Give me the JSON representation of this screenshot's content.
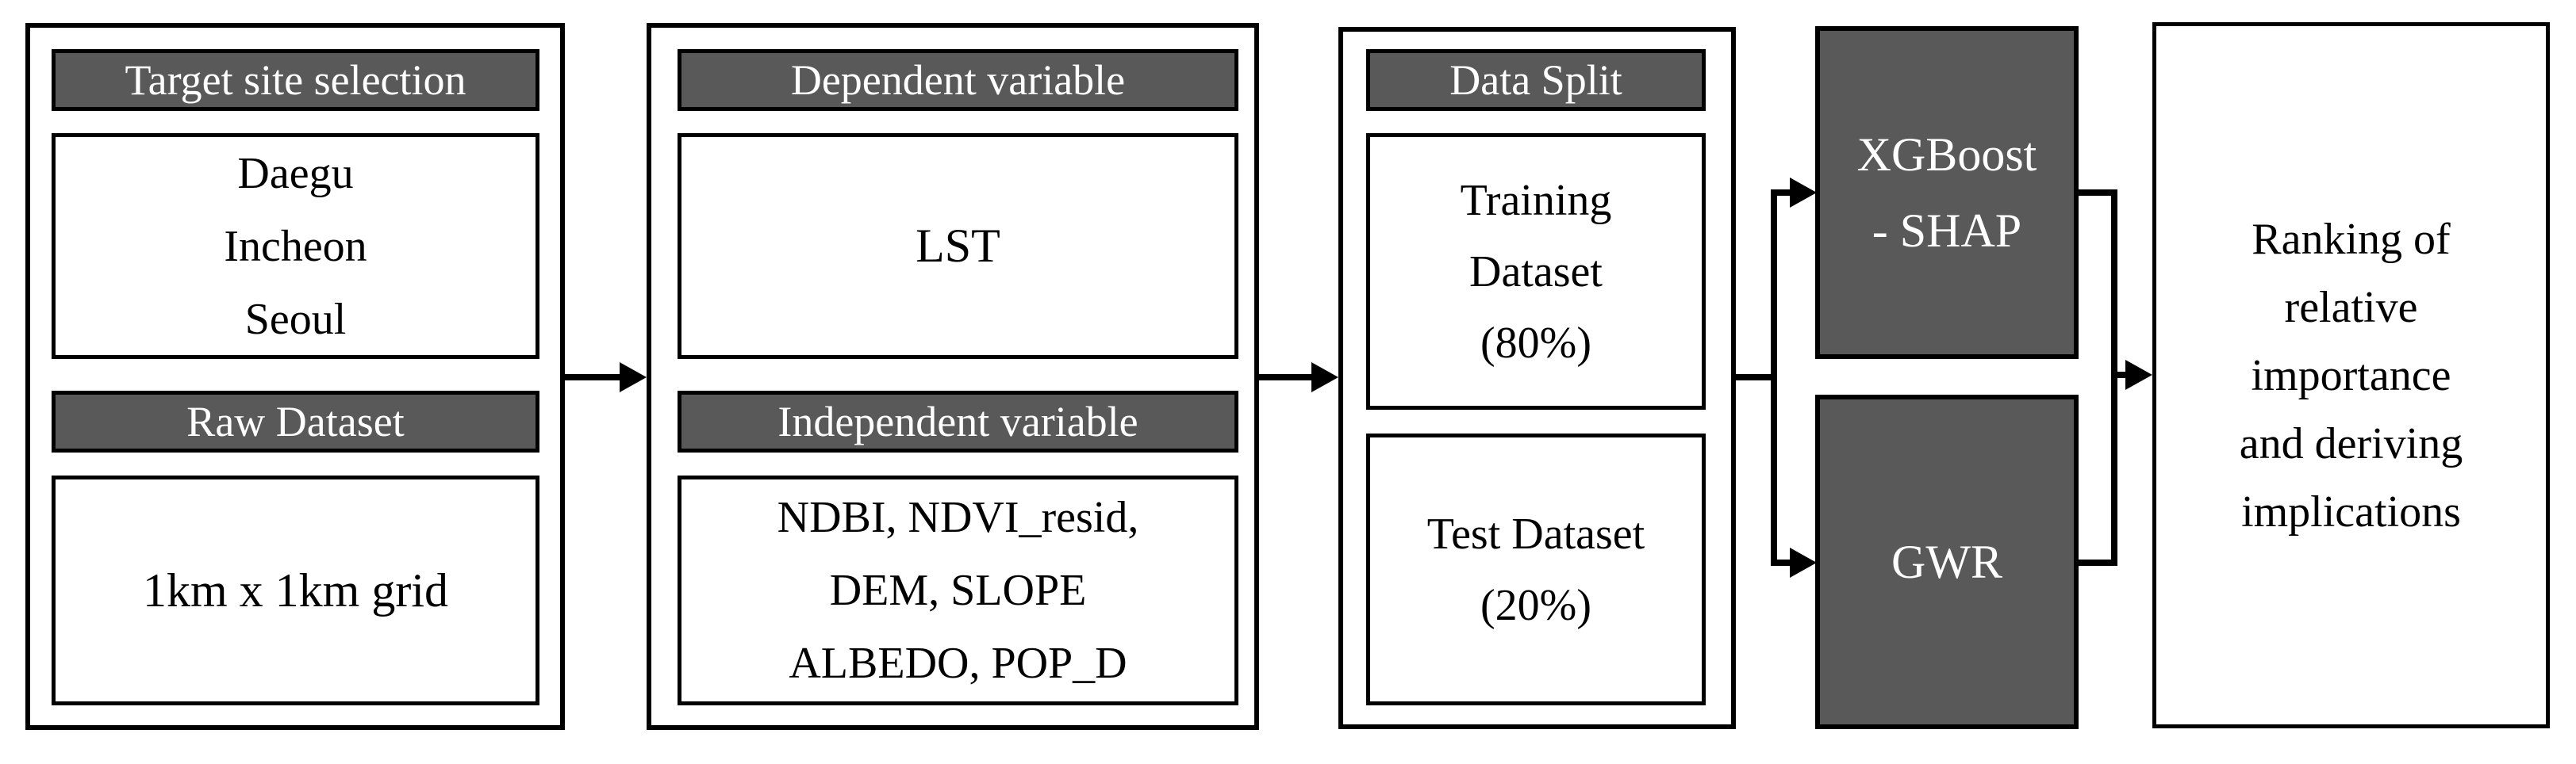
{
  "flow": {
    "step1": {
      "header_target": "Target site selection",
      "sites": [
        "Daegu",
        "Incheon",
        "Seoul"
      ],
      "header_raw": "Raw Dataset",
      "grid_label": "1km x 1km grid"
    },
    "step2": {
      "header_dependent": "Dependent variable",
      "dependent_value": "LST",
      "header_independent": "Independent variable",
      "independent_lines": [
        "NDBI, NDVI_resid,",
        "DEM, SLOPE",
        "ALBEDO, POP_D"
      ]
    },
    "step3": {
      "header_split": "Data Split",
      "training_lines": [
        "Training",
        "Dataset",
        "(80%)"
      ],
      "test_lines": [
        "Test Dataset",
        "(20%)"
      ]
    },
    "step4": {
      "xgboost_lines": [
        "XGBoost",
        "- SHAP"
      ],
      "gwr_label": "GWR"
    },
    "step5": {
      "result_lines": [
        "Ranking of",
        "relative",
        "importance",
        "and deriving",
        "implications"
      ]
    }
  },
  "colors": {
    "dark_fill": "#595959",
    "border": "#000000",
    "text_on_dark": "#ffffff",
    "text": "#000000",
    "background": "#ffffff"
  }
}
